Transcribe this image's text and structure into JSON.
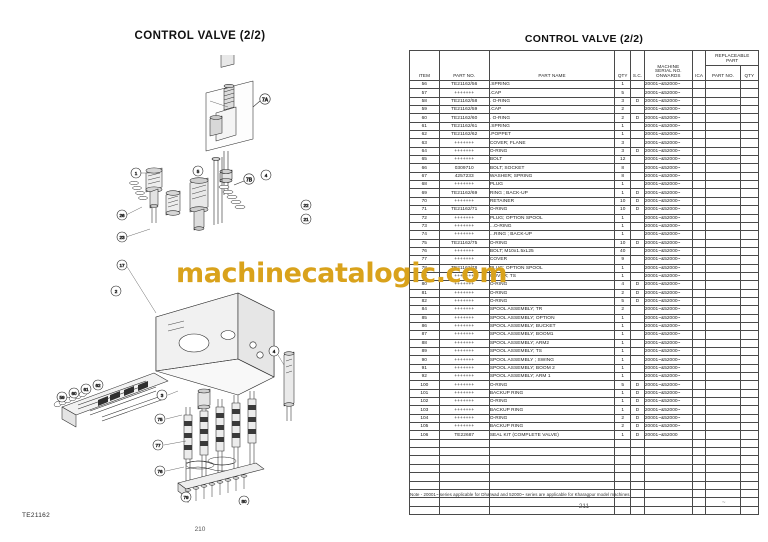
{
  "left_page": {
    "title": "CONTROL VALVE (2/2)",
    "figure_code": "TE21162",
    "page_number": "210",
    "diagram_name": "control-valve-exploded-diagram"
  },
  "right_page": {
    "title": "CONTROL VALVE (2/2)",
    "page_number": "211",
    "corner_mark": "~",
    "note": "Note - 20001~ series applicable for Dharwad and 52000~ series are applicable for Kharagpur model machines."
  },
  "watermark": {
    "text": "machinecatalogic.com",
    "color": "#d9a21b"
  },
  "table": {
    "headers": {
      "item": "ITEM",
      "part_no": "PART NO.",
      "part_name": "PART NAME",
      "qty": "QTY",
      "sc": "S.C.",
      "machine_serial": "MACHINE SERIAL NO. ONWARDS",
      "machine_serial_l1": "MACHINE",
      "machine_serial_l2": "SERIAL NO.",
      "machine_serial_l3": "ONWARDS",
      "ica": "ICA",
      "replaceable_part": "REPLACEABLE PART",
      "replaceable_part_l1": "REPLACEABLE",
      "replaceable_part_l2": "PART",
      "replaceable_part_no": "PART NO.",
      "replaceable_qty": "QTY"
    },
    "rows": [
      {
        "item": "56",
        "part_no": "TE21162/56",
        "part_name": ".SPRING",
        "qty": "1",
        "sc": "",
        "serial": "20001~&52000~",
        "ica": "",
        "rpart_no": "",
        "rqty": ""
      },
      {
        "item": "57",
        "part_no": "+++++++",
        "part_name": ".CAP",
        "qty": "5",
        "sc": "",
        "serial": "20001~&52000~",
        "ica": "",
        "rpart_no": "",
        "rqty": ""
      },
      {
        "item": "58",
        "part_no": "TE21162/58",
        "part_name": ". O-RING",
        "qty": "3",
        "sc": "D",
        "serial": "20001~&52000~",
        "ica": "",
        "rpart_no": "",
        "rqty": ""
      },
      {
        "item": "59",
        "part_no": "TE21162/59",
        "part_name": ".CAP",
        "qty": "2",
        "sc": "",
        "serial": "20001~&52000~",
        "ica": "",
        "rpart_no": "",
        "rqty": ""
      },
      {
        "item": "60",
        "part_no": "TE21162/60",
        "part_name": ". O-RING",
        "qty": "2",
        "sc": "D",
        "serial": "20001~&52000~",
        "ica": "",
        "rpart_no": "",
        "rqty": ""
      },
      {
        "item": "61",
        "part_no": "TE21162/61",
        "part_name": ".SPRING",
        "qty": "1",
        "sc": "",
        "serial": "20001~&52000~",
        "ica": "",
        "rpart_no": "",
        "rqty": ""
      },
      {
        "item": "62",
        "part_no": "TE21162/62",
        "part_name": ".POPPET",
        "qty": "1",
        "sc": "",
        "serial": "20001~&52000~",
        "ica": "",
        "rpart_no": "",
        "rqty": ""
      },
      {
        "item": "63",
        "part_no": "+++++++",
        "part_name": "COVER; FLANE",
        "qty": "3",
        "sc": "",
        "serial": "20001~&52000~",
        "ica": "",
        "rpart_no": "",
        "rqty": ""
      },
      {
        "item": "64",
        "part_no": "+++++++",
        "part_name": "O-RING",
        "qty": "3",
        "sc": "D",
        "serial": "20001~&52000~",
        "ica": "",
        "rpart_no": "",
        "rqty": ""
      },
      {
        "item": "65",
        "part_no": "+++++++",
        "part_name": "BOLT",
        "qty": "12",
        "sc": "",
        "serial": "20001~&52000~",
        "ica": "",
        "rpart_no": "",
        "rqty": ""
      },
      {
        "item": "66",
        "part_no": "0309710",
        "part_name": "BOLT; SOCKET",
        "qty": "8",
        "sc": "",
        "serial": "20001~&52000~",
        "ica": "",
        "rpart_no": "",
        "rqty": ""
      },
      {
        "item": "67",
        "part_no": "4257233",
        "part_name": "WASHER; SPRING",
        "qty": "8",
        "sc": "",
        "serial": "20001~&52000~",
        "ica": "",
        "rpart_no": "",
        "rqty": ""
      },
      {
        "item": "68",
        "part_no": "+++++++",
        "part_name": "PLUG",
        "qty": "1",
        "sc": "",
        "serial": "20001~&52000~",
        "ica": "",
        "rpart_no": "",
        "rqty": ""
      },
      {
        "item": "69",
        "part_no": "TE21162/69",
        "part_name": "RING ; BACK-UP",
        "qty": "1",
        "sc": "D",
        "serial": "20001~&52000~",
        "ica": "",
        "rpart_no": "",
        "rqty": ""
      },
      {
        "item": "70",
        "part_no": "+++++++",
        "part_name": "RETAINER",
        "qty": "10",
        "sc": "D",
        "serial": "20001~&52000~",
        "ica": "",
        "rpart_no": "",
        "rqty": ""
      },
      {
        "item": "71",
        "part_no": "TE21162/71",
        "part_name": "O-RING",
        "qty": "10",
        "sc": "D",
        "serial": "20001~&52000~",
        "ica": "",
        "rpart_no": "",
        "rqty": ""
      },
      {
        "item": "72",
        "part_no": "+++++++",
        "part_name": "PLUG; OPTION SPOOL",
        "qty": "1",
        "sc": "",
        "serial": "20001~&52000~",
        "ica": "",
        "rpart_no": "",
        "rqty": ""
      },
      {
        "item": "73",
        "part_no": "+++++++",
        "part_name": "...O-RING",
        "qty": "1",
        "sc": "",
        "serial": "20001~&52000~",
        "ica": "",
        "rpart_no": "",
        "rqty": ""
      },
      {
        "item": "74",
        "part_no": "+++++++",
        "part_name": "...RING ; BACK-UP",
        "qty": "1",
        "sc": "",
        "serial": "20001~&52000~",
        "ica": "",
        "rpart_no": "",
        "rqty": ""
      },
      {
        "item": "75",
        "part_no": "TE21162/75",
        "part_name": "O-RING",
        "qty": "10",
        "sc": "D",
        "serial": "20001~&52000~",
        "ica": "",
        "rpart_no": "",
        "rqty": ""
      },
      {
        "item": "76",
        "part_no": "+++++++",
        "part_name": "BOLT; M10x1.5xL25",
        "qty": "40",
        "sc": "",
        "serial": "20001~&52000~",
        "ica": "",
        "rpart_no": "",
        "rqty": ""
      },
      {
        "item": "77",
        "part_no": "+++++++",
        "part_name": "COVER",
        "qty": "9",
        "sc": "",
        "serial": "20001~&52000~",
        "ica": "",
        "rpart_no": "",
        "rqty": ""
      },
      {
        "item": "78",
        "part_no": "TE21162/78",
        "part_name": "PLUG; OPTION SPOOL",
        "qty": "1",
        "sc": "",
        "serial": "20001~&52000~",
        "ica": "",
        "rpart_no": "",
        "rqty": ""
      },
      {
        "item": "79",
        "part_no": "+++++++",
        "part_name": "COVER; TS",
        "qty": "1",
        "sc": "",
        "serial": "20001~&52000~",
        "ica": "",
        "rpart_no": "",
        "rqty": ""
      },
      {
        "item": "80",
        "part_no": "+++++++",
        "part_name": "O-RING",
        "qty": "4",
        "sc": "D",
        "serial": "20001~&52000~",
        "ica": "",
        "rpart_no": "",
        "rqty": ""
      },
      {
        "item": "81",
        "part_no": "+++++++",
        "part_name": "O-RING",
        "qty": "2",
        "sc": "D",
        "serial": "20001~&52000~",
        "ica": "",
        "rpart_no": "",
        "rqty": ""
      },
      {
        "item": "82",
        "part_no": "+++++++",
        "part_name": "O-RING",
        "qty": "5",
        "sc": "D",
        "serial": "20001~&52000~",
        "ica": "",
        "rpart_no": "",
        "rqty": ""
      },
      {
        "item": "84",
        "part_no": "+++++++",
        "part_name": "SPOOL ASSEMBLY; TR",
        "qty": "2",
        "sc": "",
        "serial": "20001~&52000~",
        "ica": "",
        "rpart_no": "",
        "rqty": ""
      },
      {
        "item": "85",
        "part_no": "+++++++",
        "part_name": "SPOOL ASSEMBLY; OPTION",
        "qty": "1",
        "sc": "",
        "serial": "20001~&52000~",
        "ica": "",
        "rpart_no": "",
        "rqty": ""
      },
      {
        "item": "86",
        "part_no": "+++++++",
        "part_name": "SPOOL ASSEMBLY; BUCKET",
        "qty": "1",
        "sc": "",
        "serial": "20001~&52000~",
        "ica": "",
        "rpart_no": "",
        "rqty": ""
      },
      {
        "item": "87",
        "part_no": "+++++++",
        "part_name": "SPOOL ASSEMBLY; BOOM1",
        "qty": "1",
        "sc": "",
        "serial": "20001~&52000~",
        "ica": "",
        "rpart_no": "",
        "rqty": ""
      },
      {
        "item": "88",
        "part_no": "+++++++",
        "part_name": "SPOOL ASSEMBLY; ARM2",
        "qty": "1",
        "sc": "",
        "serial": "20001~&52000~",
        "ica": "",
        "rpart_no": "",
        "rqty": ""
      },
      {
        "item": "89",
        "part_no": "+++++++",
        "part_name": "SPOOL ASSEMBLY; TS",
        "qty": "1",
        "sc": "",
        "serial": "20001~&52000~",
        "ica": "",
        "rpart_no": "",
        "rqty": ""
      },
      {
        "item": "90",
        "part_no": "+++++++",
        "part_name": "SPOOL ASSEMBLY ; SWING",
        "qty": "1",
        "sc": "",
        "serial": "20001~&52000~",
        "ica": "",
        "rpart_no": "",
        "rqty": ""
      },
      {
        "item": "91",
        "part_no": "+++++++",
        "part_name": "SPOOL ASSEMBLY; BOOM 2",
        "qty": "1",
        "sc": "",
        "serial": "20001~&52000~",
        "ica": "",
        "rpart_no": "",
        "rqty": ""
      },
      {
        "item": "92",
        "part_no": "+++++++",
        "part_name": "SPOOL ASSEMBLY; ARM 1",
        "qty": "1",
        "sc": "",
        "serial": "20001~&52000~",
        "ica": "",
        "rpart_no": "",
        "rqty": ""
      },
      {
        "item": "100",
        "part_no": "+++++++",
        "part_name": "O-RING",
        "qty": "5",
        "sc": "D",
        "serial": "20001~&52000~",
        "ica": "",
        "rpart_no": "",
        "rqty": ""
      },
      {
        "item": "101",
        "part_no": "+++++++",
        "part_name": "BACKUP RING",
        "qty": "1",
        "sc": "D",
        "serial": "20001~&52000~",
        "ica": "",
        "rpart_no": "",
        "rqty": ""
      },
      {
        "item": "102",
        "part_no": "+++++++",
        "part_name": "O-RING",
        "qty": "1",
        "sc": "D",
        "serial": "20001~&52000~",
        "ica": "",
        "rpart_no": "",
        "rqty": ""
      },
      {
        "item": "103",
        "part_no": "+++++++",
        "part_name": "BACKUP RING",
        "qty": "1",
        "sc": "D",
        "serial": "20001~&52000~",
        "ica": "",
        "rpart_no": "",
        "rqty": ""
      },
      {
        "item": "104",
        "part_no": "+++++++",
        "part_name": "O-RING",
        "qty": "2",
        "sc": "D",
        "serial": "20001~&52000~",
        "ica": "",
        "rpart_no": "",
        "rqty": ""
      },
      {
        "item": "105",
        "part_no": "+++++++",
        "part_name": "BACKUP RING",
        "qty": "2",
        "sc": "D",
        "serial": "20001~&52000~",
        "ica": "",
        "rpart_no": "",
        "rqty": ""
      },
      {
        "item": "106",
        "part_no": "TE22687",
        "part_name": "SEAL KIT (COMPLETE VALVE)",
        "qty": "1",
        "sc": "D",
        "serial": "20001~&52000",
        "ica": "",
        "rpart_no": "",
        "rqty": ""
      }
    ],
    "empty_row_count": 9
  }
}
